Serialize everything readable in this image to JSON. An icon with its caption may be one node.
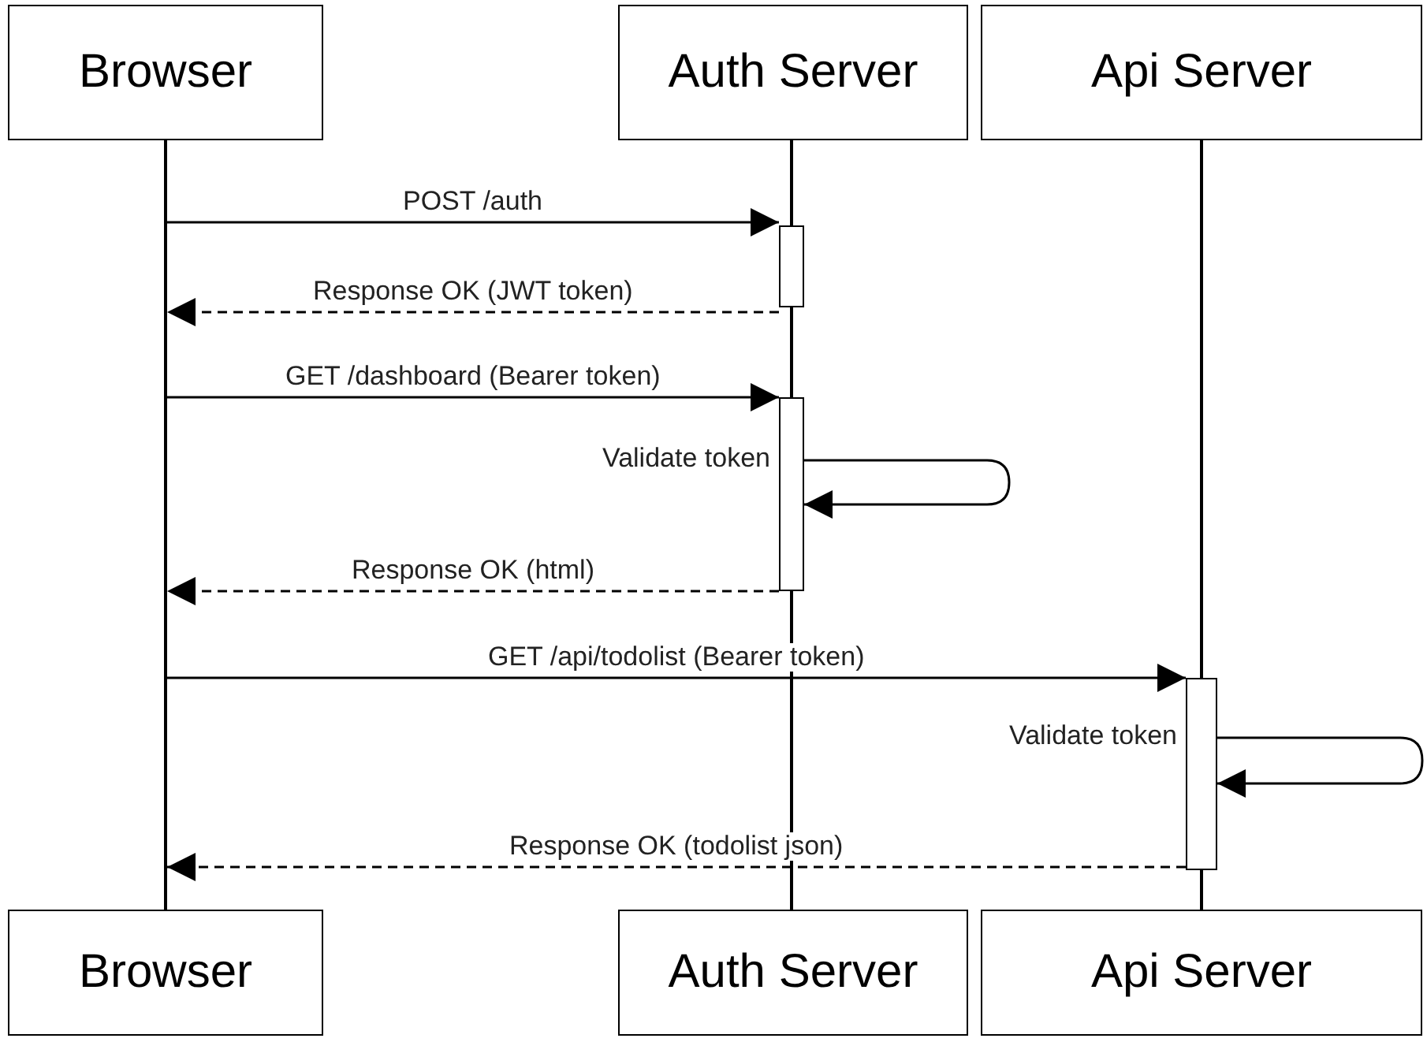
{
  "diagram": {
    "nodes": [
      {
        "text": [
          "Browser"
        ]
      },
      {
        "text": [
          "Auth Server"
        ]
      },
      {
        "text": [
          "Api Server"
        ]
      },
      {
        "text": [],
        "shape": "line"
      },
      {
        "text": [],
        "shape": "line"
      },
      {
        "text": [],
        "shape": "line"
      },
      {
        "text": [],
        "shape": "bar"
      },
      {
        "text": [],
        "shape": "bar"
      },
      {
        "text": [],
        "shape": "bar"
      },
      {
        "text": [
          "Browser"
        ]
      },
      {
        "text": [
          "Auth Server"
        ]
      },
      {
        "text": [
          "Api Server"
        ]
      }
    ],
    "edges": [
      {
        "from": 3,
        "to": 6,
        "arrow": "to",
        "label": "POST /auth"
      },
      {
        "from": 6,
        "to": 3,
        "arrow": "to",
        "label": "Response OK (JWT token)",
        "style": "dashed"
      },
      {
        "from": 3,
        "to": 7,
        "arrow": "to",
        "label": "GET /dashboard (Bearer token)"
      },
      {
        "from": 7,
        "to": 7,
        "arrow": "to",
        "label": "Validate token"
      },
      {
        "from": 7,
        "to": 3,
        "arrow": "to",
        "label": "Response OK (html)",
        "style": "dashed"
      },
      {
        "from": 3,
        "to": 8,
        "arrow": "to",
        "label": "GET /api/todolist (Bearer token)"
      },
      {
        "from": 8,
        "to": 8,
        "arrow": "to",
        "label": "Validate token"
      },
      {
        "from": 8,
        "to": 3,
        "arrow": "to",
        "label": "Response OK (todolist json)",
        "style": "dashed"
      }
    ]
  }
}
